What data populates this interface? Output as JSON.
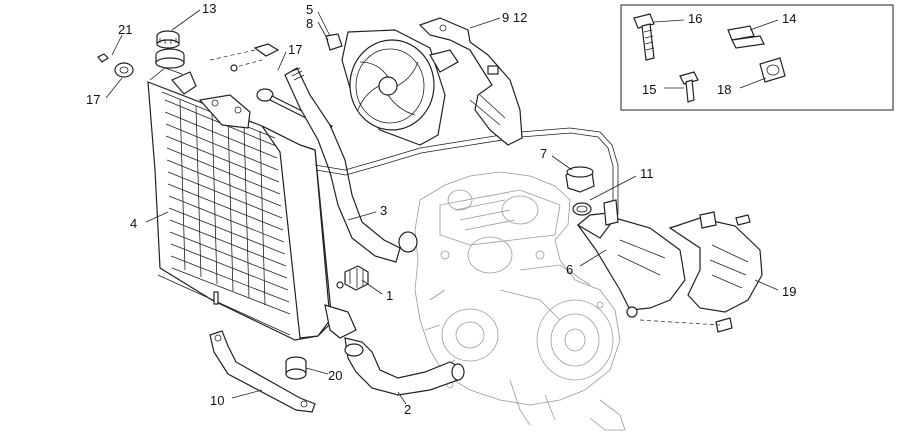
{
  "callouts": [
    {
      "id": "c13",
      "text": "13"
    },
    {
      "id": "c21",
      "text": "21"
    },
    {
      "id": "c17a",
      "text": "17"
    },
    {
      "id": "c17b",
      "text": "17"
    },
    {
      "id": "c5",
      "text": "5"
    },
    {
      "id": "c8",
      "text": "8"
    },
    {
      "id": "c912",
      "text": "9 12"
    },
    {
      "id": "c16",
      "text": "16"
    },
    {
      "id": "c14",
      "text": "14"
    },
    {
      "id": "c15",
      "text": "15"
    },
    {
      "id": "c18",
      "text": "18"
    },
    {
      "id": "c4",
      "text": "4"
    },
    {
      "id": "c3",
      "text": "3"
    },
    {
      "id": "c7",
      "text": "7"
    },
    {
      "id": "c11",
      "text": "11"
    },
    {
      "id": "c6",
      "text": "6"
    },
    {
      "id": "c19",
      "text": "19"
    },
    {
      "id": "c1",
      "text": "1"
    },
    {
      "id": "c20",
      "text": "20"
    },
    {
      "id": "c10",
      "text": "10"
    },
    {
      "id": "c2",
      "text": "2"
    }
  ]
}
